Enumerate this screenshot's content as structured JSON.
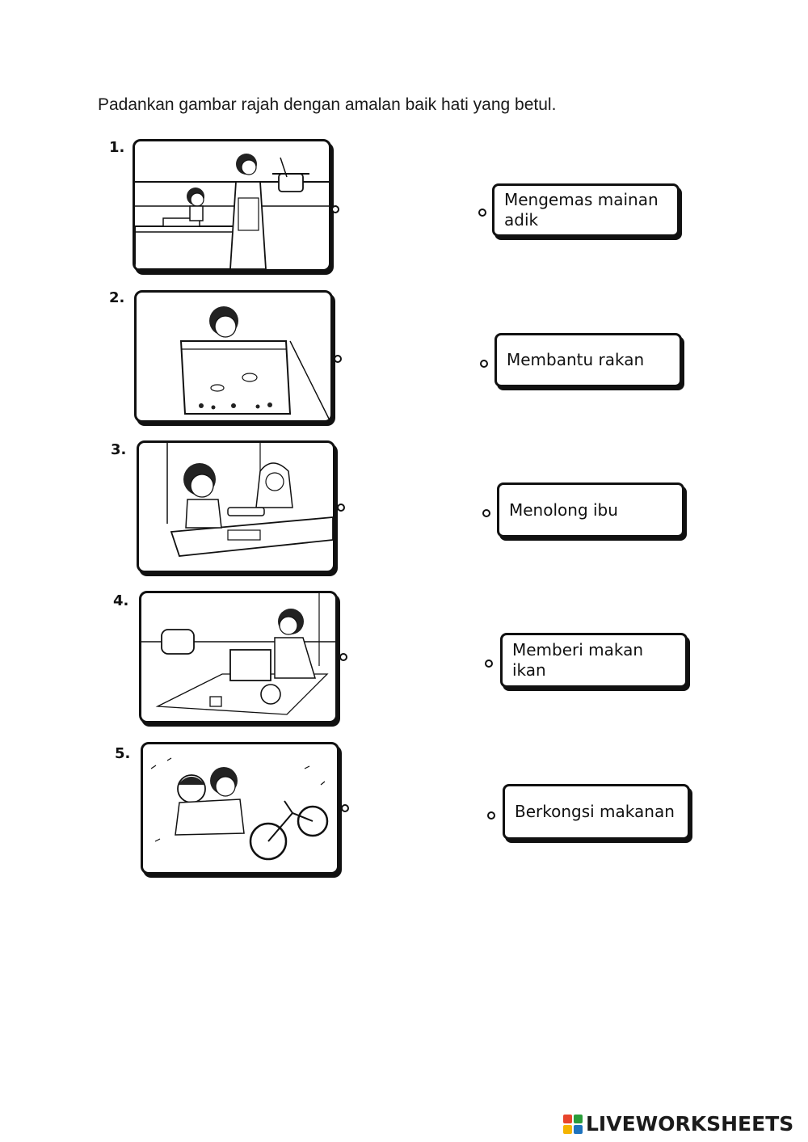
{
  "instruction": "Padankan gambar rajah dengan amalan baik hati yang betul.",
  "items": [
    {
      "number": "1.",
      "scene": "girl helping mother in kitchen"
    },
    {
      "number": "2.",
      "scene": "girl feeding fish in aquarium"
    },
    {
      "number": "3.",
      "scene": "two girls sharing food at table"
    },
    {
      "number": "4.",
      "scene": "girl tidying toys into box"
    },
    {
      "number": "5.",
      "scene": "boy helping friend fallen from bicycle"
    }
  ],
  "options": [
    {
      "label": "Mengemas mainan\nadik"
    },
    {
      "label": "Membantu rakan"
    },
    {
      "label": "Menolong ibu"
    },
    {
      "label": "Memberi makan\nikan"
    },
    {
      "label": "Berkongsi makanan"
    }
  ],
  "logo": {
    "text": "LIVEWORKSHEETS",
    "colors": [
      "#e8452c",
      "#2a9d3a",
      "#f4b400",
      "#1e73be"
    ]
  }
}
